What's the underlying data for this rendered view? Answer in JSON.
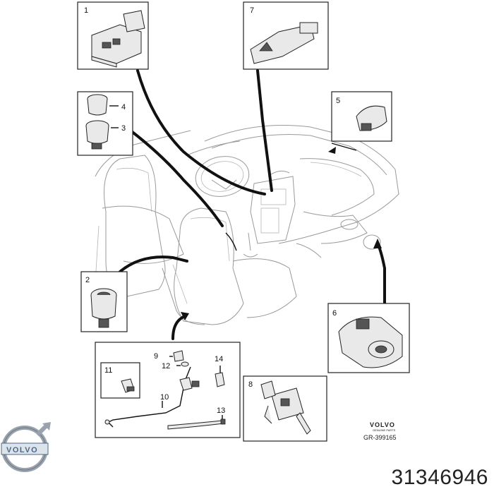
{
  "callouts": [
    "1",
    "2",
    "3",
    "4",
    "5",
    "6",
    "7",
    "8",
    "9",
    "10",
    "11",
    "12",
    "13",
    "14"
  ],
  "brand_block": {
    "name": "VOLVO",
    "sub": "GENUINE PARTS",
    "drawing_ref": "GR-399165"
  },
  "logo": {
    "text": "VOLVO"
  },
  "part_number": "31346946"
}
